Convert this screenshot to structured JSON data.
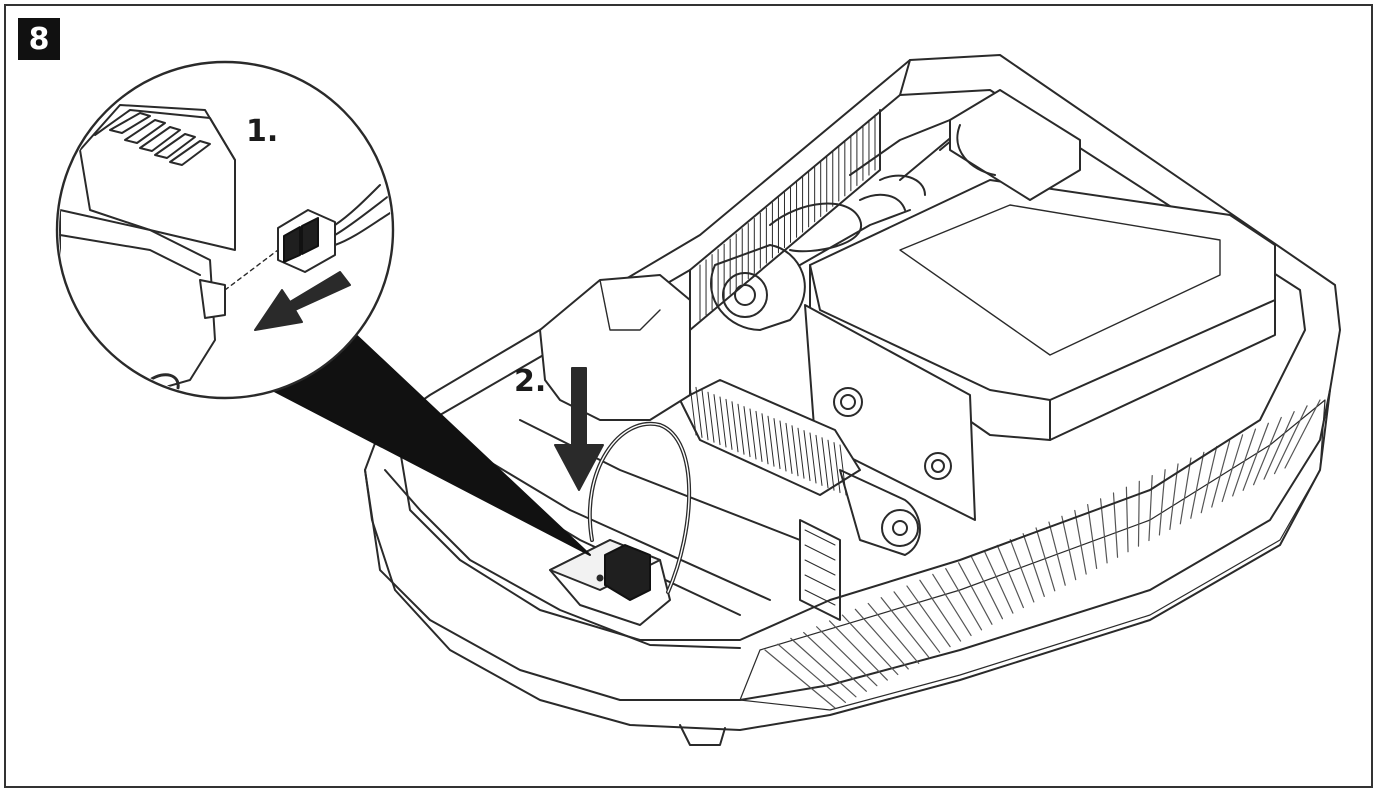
{
  "figure": {
    "badge": "8",
    "steps": [
      {
        "label": "1."
      },
      {
        "label": "2."
      }
    ]
  },
  "colors": {
    "line": "#2a2a2a",
    "fill": "#ffffff",
    "shadow": "#111111",
    "frame": "#333333"
  }
}
